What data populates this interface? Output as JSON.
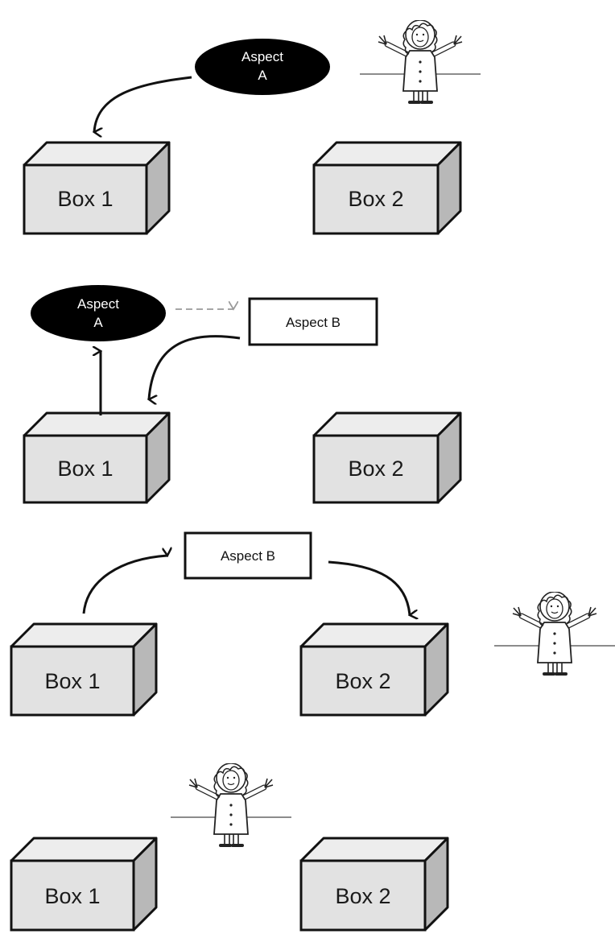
{
  "panels": [
    {
      "boxes": [
        {
          "label": "Box 1"
        },
        {
          "label": "Box 2"
        }
      ],
      "aspect_a": {
        "line1": "Aspect",
        "line2": "A"
      }
    },
    {
      "boxes": [
        {
          "label": "Box 1"
        },
        {
          "label": "Box 2"
        }
      ],
      "aspect_a": {
        "line1": "Aspect",
        "line2": "A"
      },
      "aspect_b": {
        "label": "Aspect B"
      }
    },
    {
      "boxes": [
        {
          "label": "Box 1"
        },
        {
          "label": "Box 2"
        }
      ],
      "aspect_b": {
        "label": "Aspect B"
      }
    },
    {
      "boxes": [
        {
          "label": "Box 1"
        },
        {
          "label": "Box 2"
        }
      ]
    }
  ],
  "colors": {
    "box_front": "#e2e2e2",
    "box_top": "#ededed",
    "box_side": "#b8b8b8",
    "outline": "#111111",
    "ellipse_fill": "#000000",
    "dashed_arrow": "#9a9a9a"
  },
  "icons": [
    "observer-figure-icon"
  ]
}
